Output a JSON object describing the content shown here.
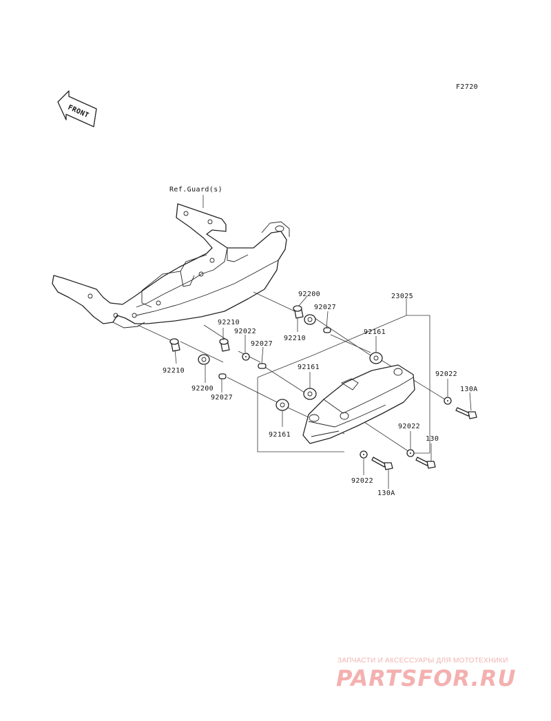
{
  "figure_code": "F2720",
  "front_arrow_text": "FRONT",
  "ref_label": "Ref.Guard(s)",
  "parts": {
    "p23025": "23025",
    "p92200_a": "92200",
    "p92027_a": "92027",
    "p92210_a": "92210",
    "p92210_b": "92210",
    "p92022_a": "92022",
    "p92027_b": "92027",
    "p92161_a": "92161",
    "p92210_c": "92210",
    "p92200_b": "92200",
    "p92027_c": "92027",
    "p92161_b": "92161",
    "p92161_c": "92161",
    "p92022_b": "92022",
    "p130A_a": "130A",
    "p92022_c": "92022",
    "p130": "130",
    "p92022_d": "92022",
    "p130A_b": "130A"
  },
  "watermark": {
    "tagline": "ЗАПЧАСТИ И АКСЕССУАРЫ ДЛЯ МОТОТЕХНИКИ",
    "brand": "PARTSFOR.RU"
  }
}
